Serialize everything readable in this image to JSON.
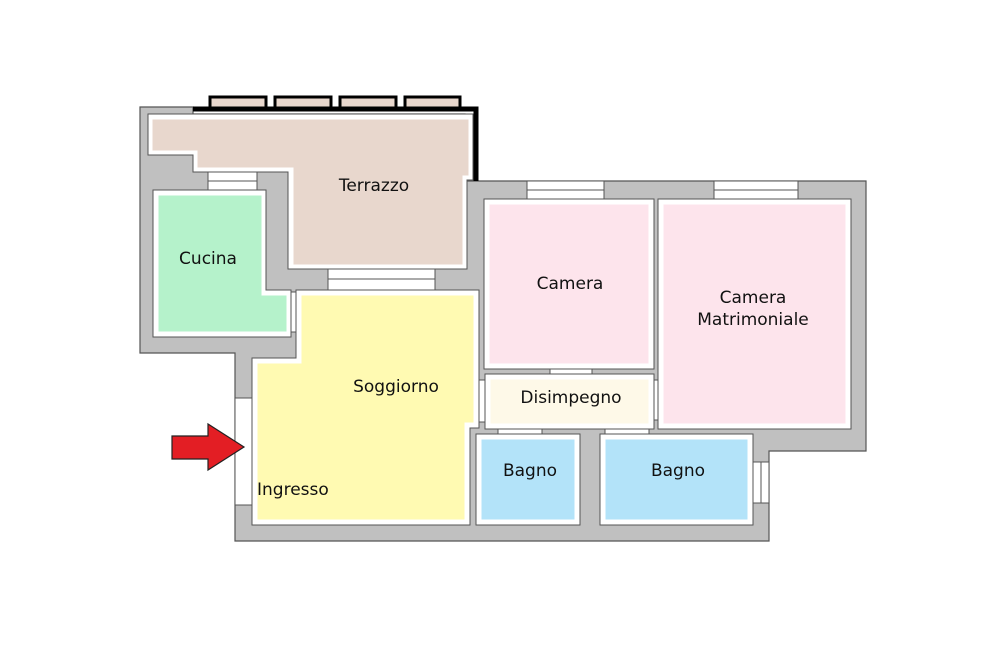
{
  "rooms": {
    "terrazzo": "Terrazzo",
    "cucina": "Cucina",
    "camera": "Camera",
    "camera_matrimoniale_line1": "Camera",
    "camera_matrimoniale_line2": "Matrimoniale",
    "soggiorno": "Soggiorno",
    "disimpegno": "Disimpegno",
    "ingresso": "Ingresso",
    "bagno_1": "Bagno",
    "bagno_2": "Bagno"
  },
  "colors": {
    "wall": "#c0c0c0",
    "terrazzo": "#e8d7cd",
    "cucina": "#b5f2cb",
    "camera": "#fde4ec",
    "soggiorno": "#fffab2",
    "disimpegno": "#fef9e8",
    "bagno": "#b3e3f9",
    "entrance_arrow": "#e31e24"
  }
}
